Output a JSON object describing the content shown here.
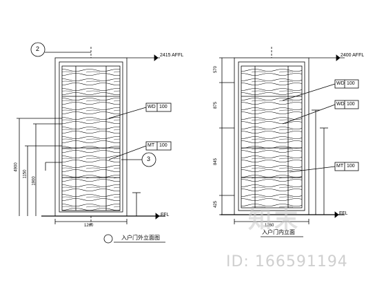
{
  "colors": {
    "line": "#000000",
    "watermark": "#cfcfcf"
  },
  "left_elevation": {
    "level_label": "2415 AFFL",
    "bubble_top": "2",
    "bubble_side": "3",
    "floor_label": "FFL",
    "callouts": [
      {
        "code": "WD",
        "number": "100"
      },
      {
        "code": "MT",
        "number": "100"
      }
    ],
    "dims_left": [
      "1150",
      "1900",
      "4900"
    ],
    "dims_bottom": [
      "1260"
    ],
    "title": "入户门外立面图"
  },
  "right_elevation": {
    "level_label": "2400 AFFL",
    "floor_label": "FFL",
    "callouts": [
      {
        "code": "WD",
        "number": "100"
      },
      {
        "code": "WD",
        "number": "100"
      },
      {
        "code": "MT",
        "number": "100"
      }
    ],
    "dims_left": [
      "570",
      "875",
      "845",
      "425"
    ],
    "dims_bottom": [
      "1260"
    ],
    "title": "入户门内立面"
  },
  "watermark": {
    "brand": "知末",
    "id_text": "ID: 166591194"
  }
}
